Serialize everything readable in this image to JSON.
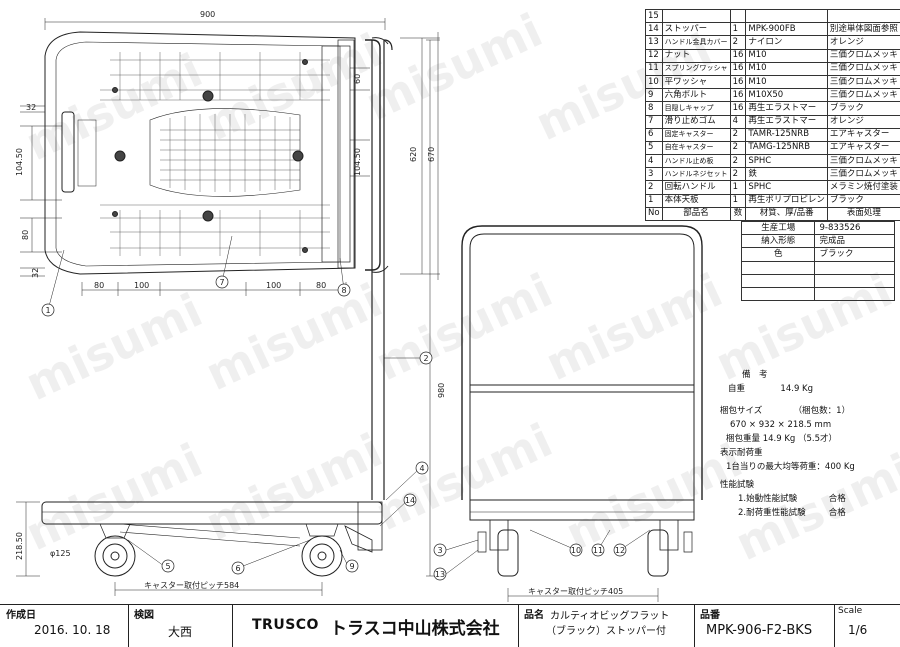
{
  "parts_table": {
    "rows": [
      {
        "no": "15",
        "name": "",
        "qty": "",
        "material": "",
        "finish": ""
      },
      {
        "no": "14",
        "name": "ストッパー",
        "qty": "1",
        "material": "MPK-900FB",
        "finish": "別途単体図面参照"
      },
      {
        "no": "13",
        "name": "ハンドル金具カバー",
        "qty": "2",
        "material": "ナイロン",
        "finish": "オレンジ"
      },
      {
        "no": "12",
        "name": "ナット",
        "qty": "16",
        "material": "M10",
        "finish": "三価クロムメッキ"
      },
      {
        "no": "11",
        "name": "スプリングワッシャ",
        "qty": "16",
        "material": "M10",
        "finish": "三価クロムメッキ"
      },
      {
        "no": "10",
        "name": "平ワッシャ",
        "qty": "16",
        "material": "M10",
        "finish": "三価クロムメッキ"
      },
      {
        "no": "9",
        "name": "六角ボルト",
        "qty": "16",
        "material": "M10X50",
        "finish": "三価クロムメッキ"
      },
      {
        "no": "8",
        "name": "目隠しキャップ",
        "qty": "16",
        "material": "再生エラストマー",
        "finish": "ブラック"
      },
      {
        "no": "7",
        "name": "滑り止めゴム",
        "qty": "4",
        "material": "再生エラストマー",
        "finish": "オレンジ"
      },
      {
        "no": "6",
        "name": "固定キャスター",
        "qty": "2",
        "material": "TAMR-125NRB",
        "finish": "エアキャスター"
      },
      {
        "no": "5",
        "name": "自在キャスター",
        "qty": "2",
        "material": "TAMG-125NRB",
        "finish": "エアキャスター"
      },
      {
        "no": "4",
        "name": "ハンドル止め板",
        "qty": "2",
        "material": "SPHC",
        "finish": "三価クロムメッキ"
      },
      {
        "no": "3",
        "name": "ハンドルネジセット",
        "qty": "2",
        "material": "鉄",
        "finish": "三価クロムメッキ"
      },
      {
        "no": "2",
        "name": "回転ハンドル",
        "qty": "1",
        "material": "SPHC",
        "finish": "メラミン焼付塗装"
      },
      {
        "no": "1",
        "name": "本体天板",
        "qty": "1",
        "material": "再生ポリプロピレン",
        "finish": "ブラック"
      }
    ],
    "header": {
      "no": "No",
      "name": "部品名",
      "qty": "数",
      "material": "材質、厚/品番",
      "finish": "表面処理"
    }
  },
  "production": {
    "factory_label": "生産工場",
    "factory_value": "9-833526",
    "delivery_label": "納入形態",
    "delivery_value": "完成品",
    "color_label": "色",
    "color_value": "ブラック"
  },
  "notes": {
    "heading": "備　考",
    "weight_label": "自重",
    "weight_value": "14.9 Kg",
    "pack_size_label": "梱包サイズ",
    "pack_count": "（梱包数：1）",
    "pack_size_value": "670 × 932 × 218.5 mm",
    "pack_weight_label": "梱包重量",
    "pack_weight_value": "14.9 Kg （5.5才）",
    "load_label": "表示耐荷重",
    "load_value": "1台当りの最大均等荷重：400 Kg",
    "test_label": "性能試験",
    "test1": "1.始動性能試験",
    "test1_result": "合格",
    "test2": "2.耐荷重性能試験",
    "test2_result": "合格"
  },
  "dimensions": {
    "width_900": "900",
    "d620": "620",
    "d670": "670",
    "d32a": "32",
    "d60": "60",
    "d104_50a": "104.50",
    "d104_50b": "104.50",
    "d80": "80",
    "d32b": "32",
    "b80a": "80",
    "b100a": "100",
    "b100b": "100",
    "b80b": "80",
    "h980": "980",
    "h218_50": "218.50",
    "dia125": "φ125",
    "caster_pitch_side": "キャスター取付ピッチ584",
    "caster_pitch_front": "キャスター取付ピッチ405"
  },
  "callouts": [
    "1",
    "2",
    "3",
    "4",
    "5",
    "6",
    "7",
    "8",
    "9",
    "10",
    "11",
    "12",
    "13",
    "14"
  ],
  "title_block": {
    "date_label": "作成日",
    "date_value": "2016. 10. 18",
    "check_label": "検図",
    "check_value": "大西",
    "brand": "TRUSCO",
    "company": "トラスコ中山株式会社",
    "product_label": "品名",
    "product_line1": "カルティオビッグフラット",
    "product_line2": "（ブラック）ストッパー付",
    "part_label": "品番",
    "part_value": "MPK-906-F2-BKS",
    "scale_label": "Scale",
    "scale_value": "1/6"
  },
  "watermark_text": "misumi"
}
